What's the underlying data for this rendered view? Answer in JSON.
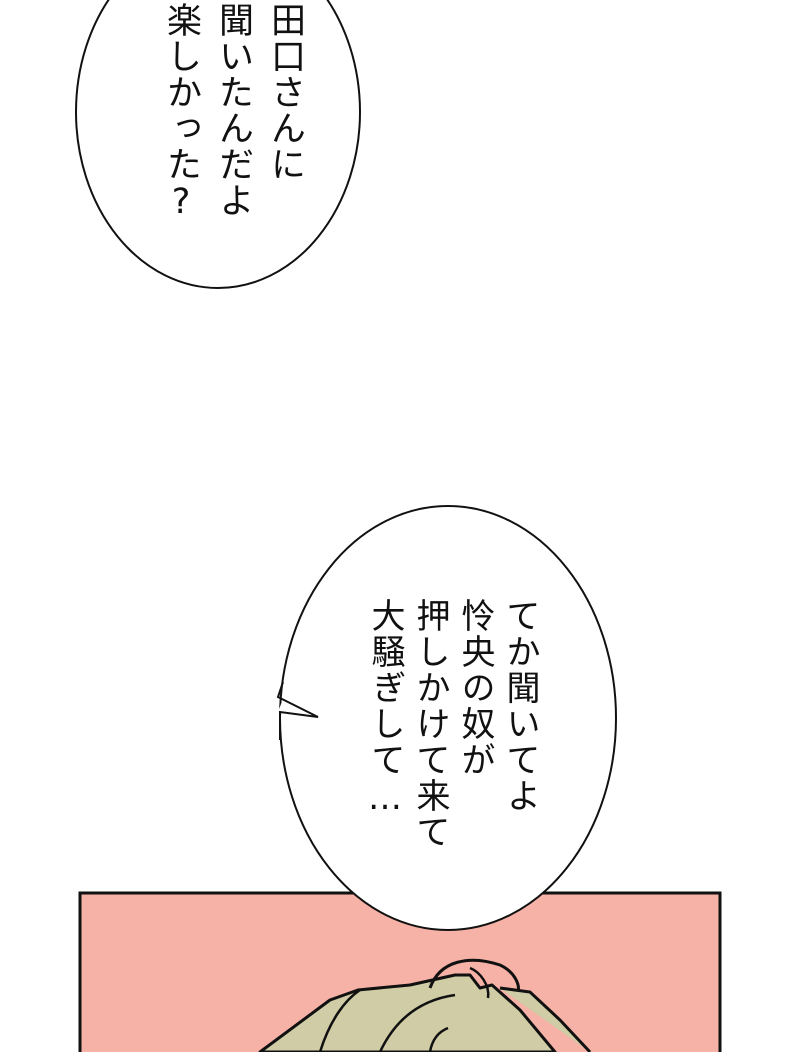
{
  "page": {
    "type": "manga-webtoon-panel",
    "background": "#ffffff"
  },
  "bubble1": {
    "lines": [
      "田口さんに",
      "聞いたんだよ",
      "楽しかった?"
    ],
    "text": "田口さんに\n聞いたんだよ\n楽しかった?"
  },
  "bubble2": {
    "lines": [
      "てか聞いてよ",
      "怜央の奴が",
      "押しかけて来て",
      "大騒ぎして…"
    ],
    "text": "てか聞いてよ\n怜央の奴が\n押しかけて来て\n大騒ぎして…"
  },
  "panel": {
    "background_color": "#f6b2a6",
    "border_color": "#111111",
    "hair_color": "#cfcca6"
  }
}
